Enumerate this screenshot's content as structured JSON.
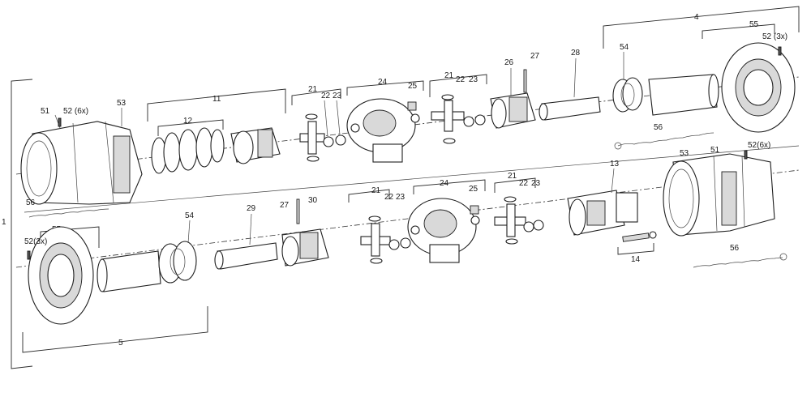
{
  "callouts": {
    "c1": "1",
    "c4": "4",
    "c5": "5",
    "c11": "11",
    "c12": "12",
    "c13": "13",
    "c14": "14",
    "c21a": "21",
    "c21b": "21",
    "c21c": "21",
    "c21d": "21",
    "c22a": "22",
    "c22b": "22",
    "c22c": "22",
    "c22d": "22",
    "c23a": "23",
    "c23b": "23",
    "c23c": "23",
    "c23d": "23",
    "c24a": "24",
    "c24b": "24",
    "c25a": "25",
    "c25b": "25",
    "c26": "26",
    "c27a": "27",
    "c27b": "27",
    "c28": "28",
    "c29": "29",
    "c30": "30",
    "c51a": "51",
    "c51b": "51",
    "c52a": "52 (6x)",
    "c52b": "52 (3x)",
    "c52c": "52(6x)",
    "c52d": "52(3x)",
    "c53a": "53",
    "c53b": "53",
    "c54a": "54",
    "c54b": "54",
    "c55a": "55",
    "c55b": "55",
    "c56a": "56",
    "c56b": "56",
    "c56c": "56"
  }
}
